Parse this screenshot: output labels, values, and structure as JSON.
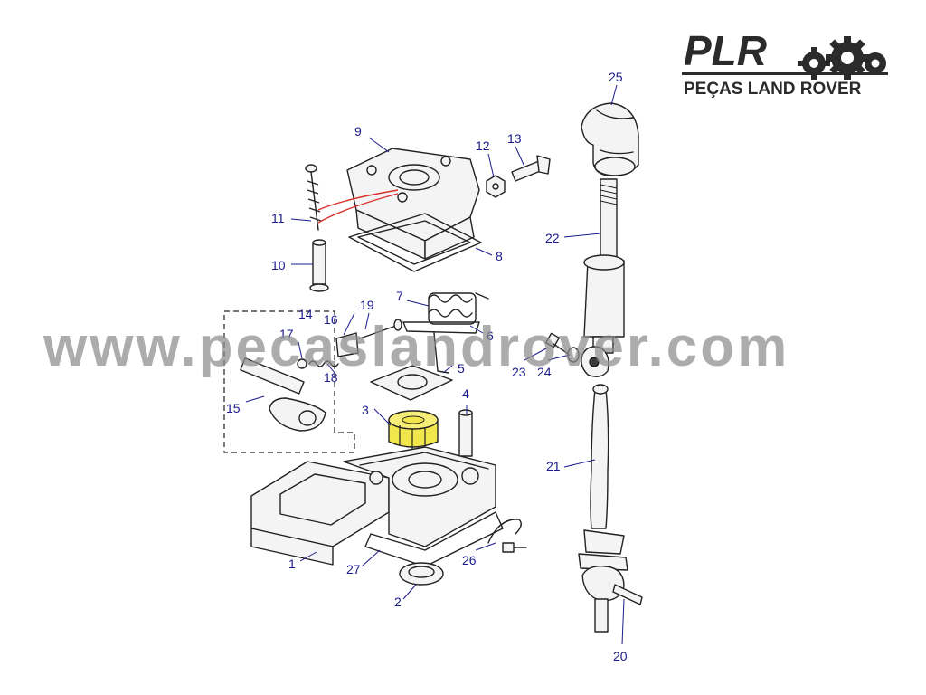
{
  "brand": {
    "logo_text": "PLR",
    "tagline": "PEÇAS LAND ROVER",
    "primary_color": "#2b2b2b"
  },
  "watermark": {
    "text": "www.pecaslandrover.com",
    "color": "#8c8c8c"
  },
  "highlight": {
    "part": "3",
    "color": "#f2e64d"
  },
  "callouts": {
    "p1": "1",
    "p2": "2",
    "p3": "3",
    "p4": "4",
    "p5": "5",
    "p6": "6",
    "p7": "7",
    "p8": "8",
    "p9": "9",
    "p10": "10",
    "p11": "11",
    "p12": "12",
    "p13": "13",
    "p14": "14",
    "p15": "15",
    "p16": "16",
    "p17": "17",
    "p18": "18",
    "p19": "19",
    "p20": "20",
    "p21": "21",
    "p22": "22",
    "p23": "23",
    "p24": "24",
    "p25": "25",
    "p26": "26",
    "p27": "27"
  },
  "callout_color": "#1a1a8c"
}
